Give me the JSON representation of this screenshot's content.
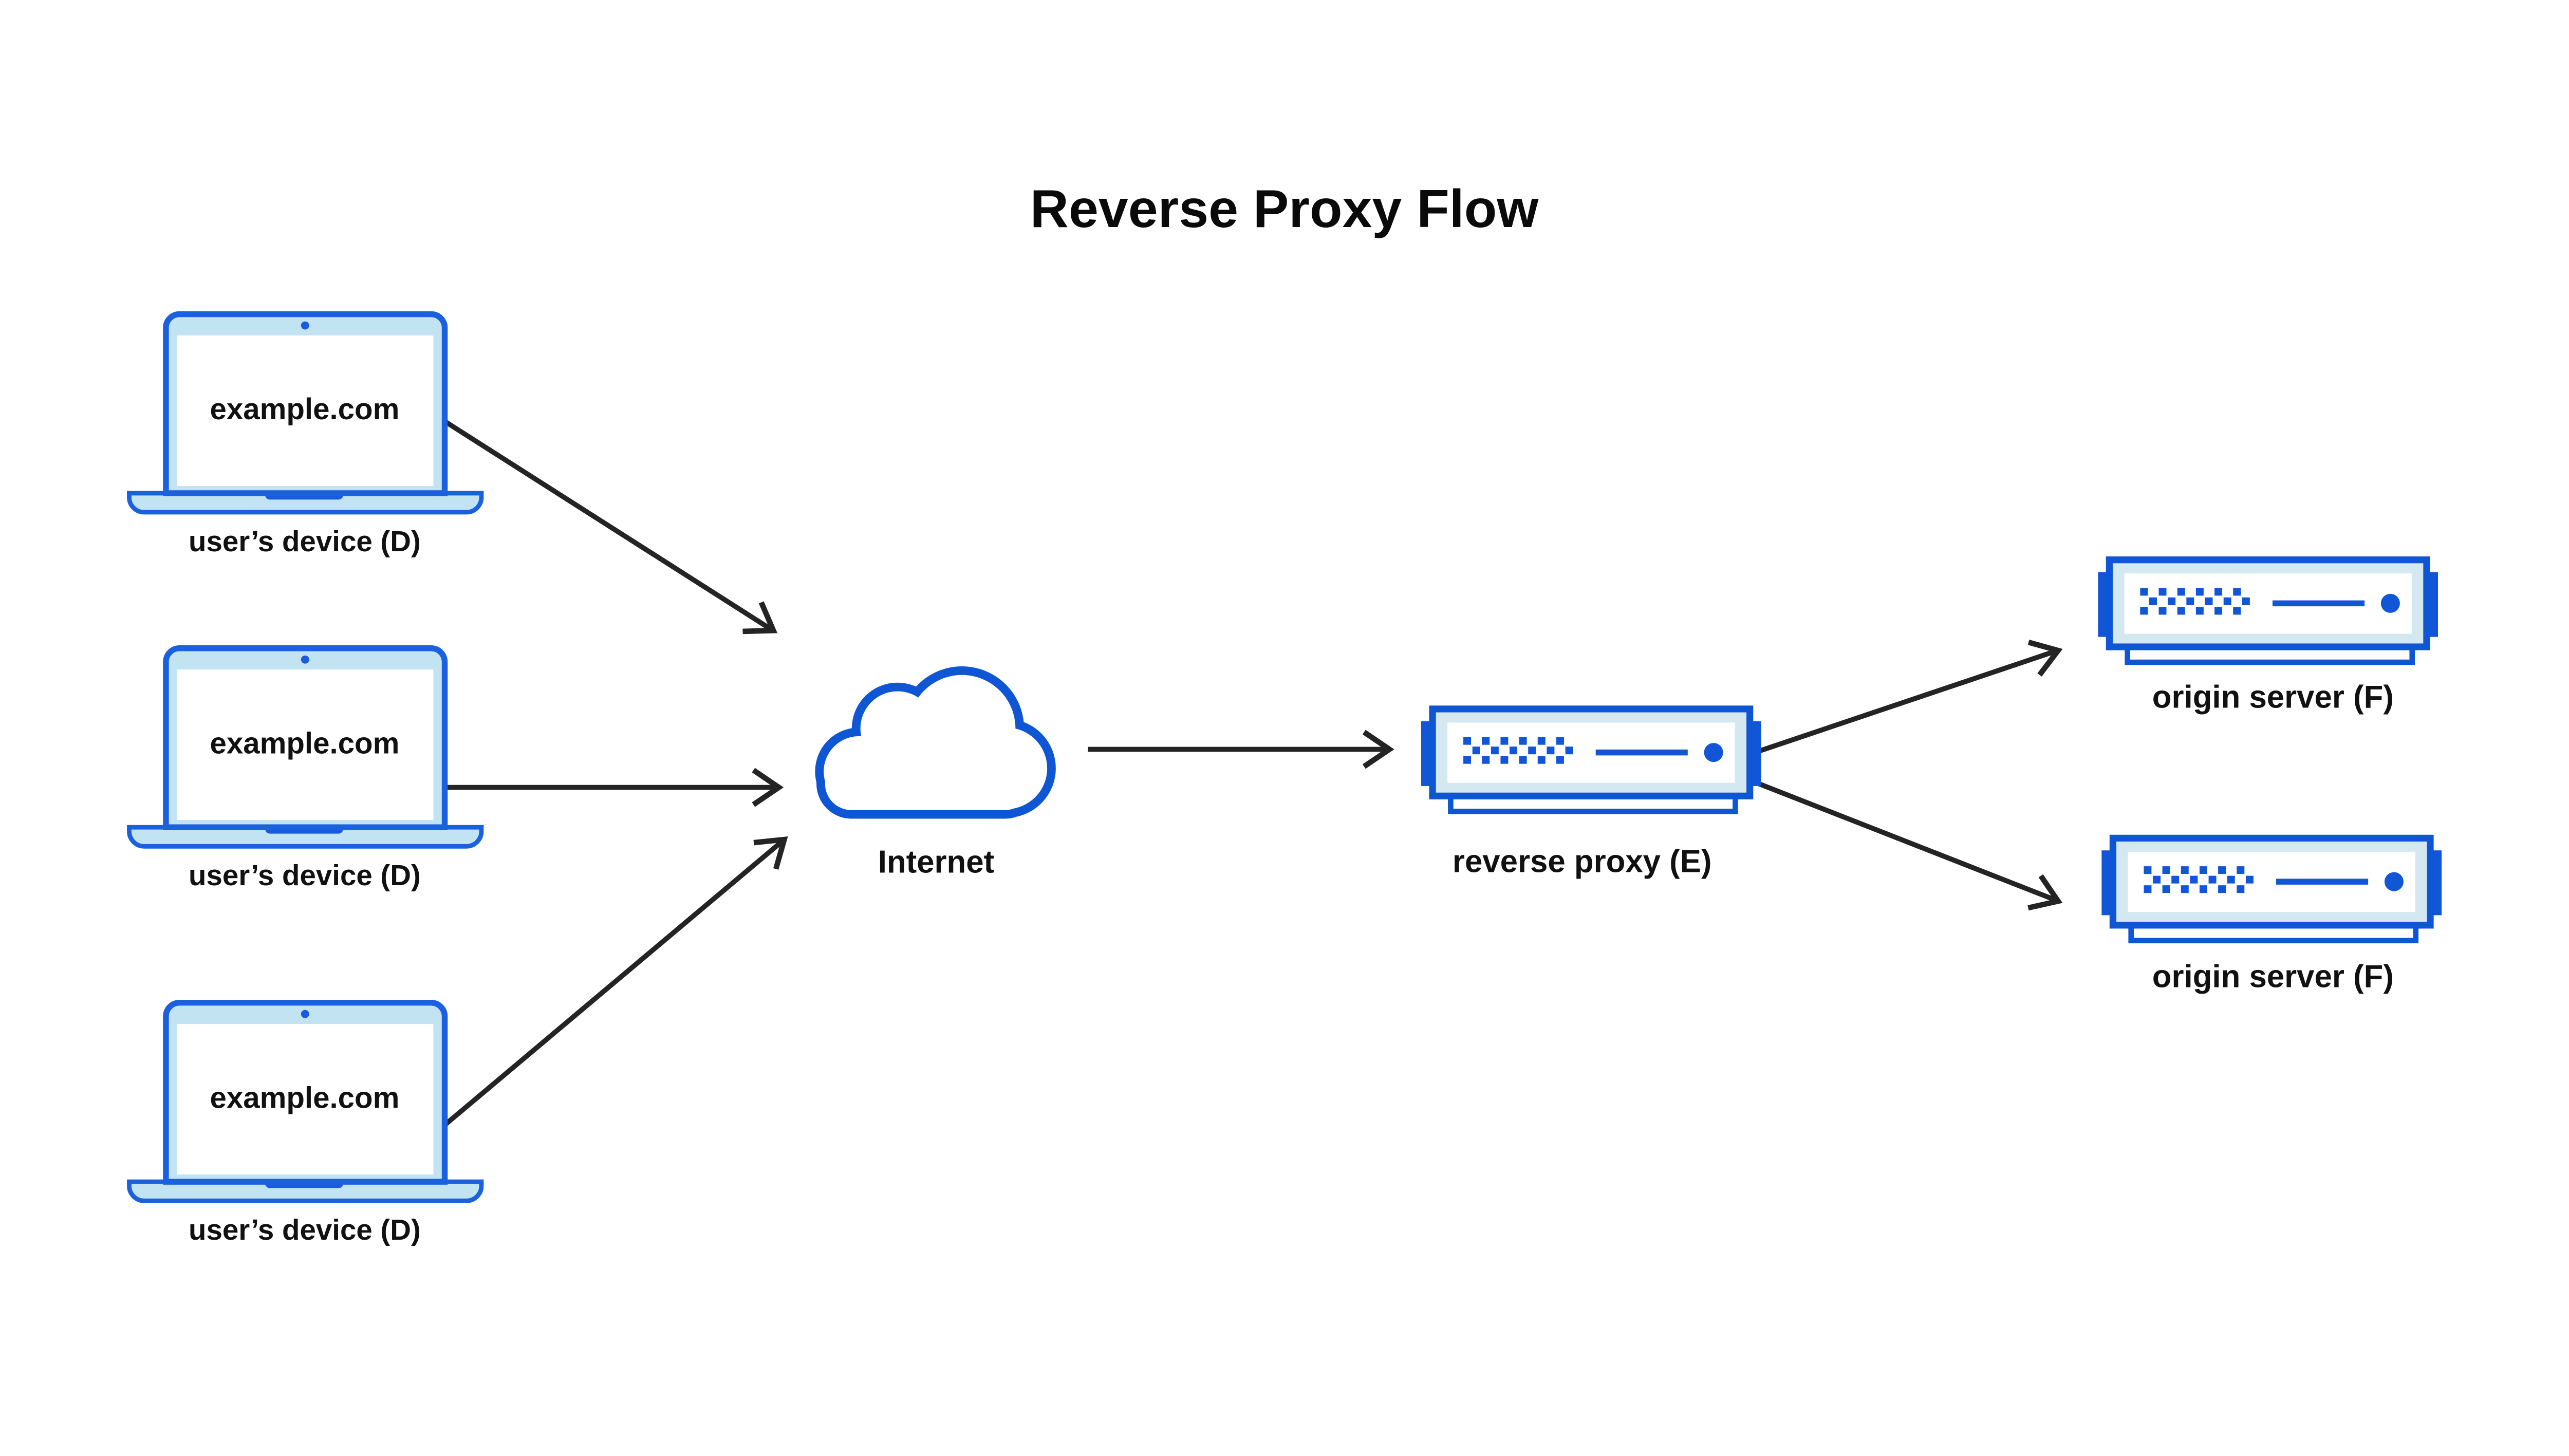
{
  "title": "Reverse Proxy Flow",
  "colors": {
    "accent_blue": "#0e56d4",
    "laptop_border_blue": "#1b60de",
    "bright_blue": "#1a5ae0",
    "server_blue": "#1156d6",
    "laptop_light_blue": "#c2e3f2",
    "server_panel_blue": "#d4e8f1",
    "arrow_black": "#242424",
    "text_black": "#111111",
    "background": "#ffffff"
  },
  "nodes": {
    "devices": [
      {
        "screen_text": "example.com",
        "label": "user’s device (D)"
      },
      {
        "screen_text": "example.com",
        "label": "user’s device (D)"
      },
      {
        "screen_text": "example.com",
        "label": "user’s device (D)"
      }
    ],
    "internet": {
      "label": "Internet"
    },
    "reverse_proxy": {
      "label": "reverse proxy (E)"
    },
    "origin_servers": [
      {
        "label": "origin server (F)"
      },
      {
        "label": "origin server (F)"
      }
    ]
  },
  "connections": [
    {
      "from": "user-device-1",
      "to": "internet-cloud"
    },
    {
      "from": "user-device-2",
      "to": "internet-cloud"
    },
    {
      "from": "user-device-3",
      "to": "internet-cloud"
    },
    {
      "from": "internet-cloud",
      "to": "reverse-proxy-server"
    },
    {
      "from": "reverse-proxy-server",
      "to": "origin-server-1"
    },
    {
      "from": "reverse-proxy-server",
      "to": "origin-server-2"
    }
  ]
}
